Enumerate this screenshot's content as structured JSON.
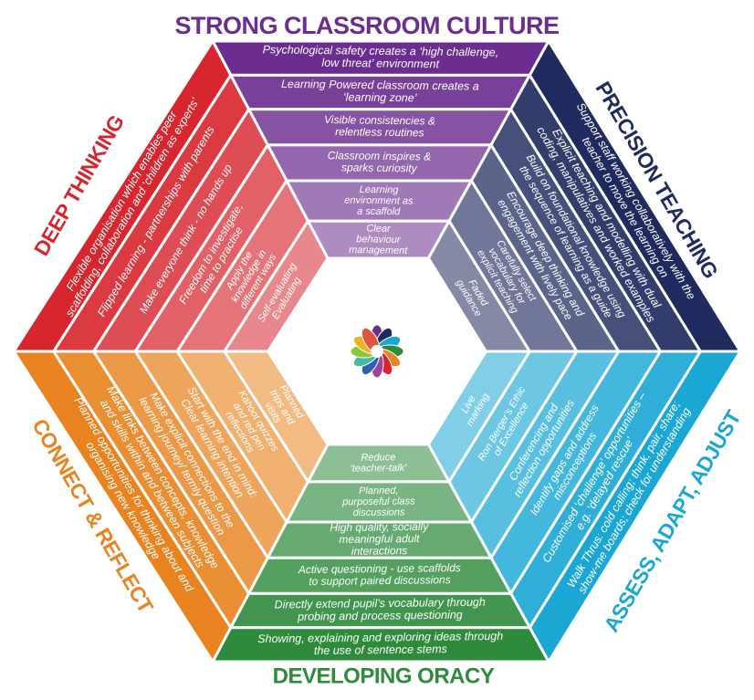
{
  "headings": {
    "top": "STRONG CLASSROOM CULTURE",
    "upper_right": "PRECISION TEACHING",
    "lower_right": "ASSESS, ADAPT, ADJUST",
    "bottom": "DEVELOPING ORACY",
    "lower_left": "CONNECT & REFLECT",
    "upper_left": "DEEP THINKING"
  },
  "colors": {
    "culture": "#6b2d8f",
    "precision": "#1f2a5e",
    "assess": "#1aa7d4",
    "oracy": "#2e8b3c",
    "connect": "#e8831f",
    "deep": "#d7262e"
  },
  "sectors": [
    {
      "id": "culture",
      "rings": [
        {
          "lines": [
            "Psychological safety creates a ‘high challenge,",
            "low threat’ environment"
          ]
        },
        {
          "lines": [
            "Learning Powered classroom creates a",
            "‘learning zone’"
          ]
        },
        {
          "lines": [
            "Visible consistencies &",
            "relentless routines"
          ]
        },
        {
          "lines": [
            "Classroom inspires &",
            "sparks curiosity"
          ]
        },
        {
          "lines": [
            "Learning",
            "environment as",
            "a scaffold"
          ]
        },
        {
          "lines": [
            "Clear",
            "behaviour",
            "management"
          ]
        }
      ]
    },
    {
      "id": "precision",
      "rings": [
        {
          "lines": [
            "Support staff working collaboratively with the",
            "teacher to move the learning on"
          ]
        },
        {
          "lines": [
            "Explicit teaching and modelling with dual",
            "coding, manipulatives and worked examples"
          ]
        },
        {
          "lines": [
            "Build on foundational knowledge using",
            "the sequence of learning as a guide"
          ]
        },
        {
          "lines": [
            "Encourage deep thinking and",
            "engagement with lively pace"
          ]
        },
        {
          "lines": [
            "Carefully select",
            "vocabulary for",
            "explicit teaching"
          ]
        },
        {
          "lines": [
            "Faded",
            "guidance"
          ]
        }
      ]
    },
    {
      "id": "assess",
      "rings": [
        {
          "lines": [
            "Walk Thrus: cold calling; think, pair, share;",
            "show-me boards; check for understanding"
          ]
        },
        {
          "lines": [
            "Customised ‘challenge’ opportunities –",
            "e.g. ‘delayed rescue’"
          ]
        },
        {
          "lines": [
            "Identify gaps and address",
            "misconceptions"
          ]
        },
        {
          "lines": [
            "Conferencing and",
            "reflection opportunities"
          ]
        },
        {
          "lines": [
            "Ron Berger’s Ethic",
            "of Excellence"
          ]
        },
        {
          "lines": [
            "Live",
            "marking"
          ]
        }
      ]
    },
    {
      "id": "oracy",
      "rings": [
        {
          "lines": [
            "Showing, explaining and exploring ideas through",
            "the use of sentence stems"
          ]
        },
        {
          "lines": [
            "Directly extend pupil’s vocabulary through",
            "probing and process questioning"
          ]
        },
        {
          "lines": [
            "Active questioning - use scaffolds",
            "to support paired discussions"
          ]
        },
        {
          "lines": [
            "High quality, socially",
            "meaningful adult",
            "interactions"
          ]
        },
        {
          "lines": [
            "Planned,",
            "purposeful class",
            "discussions"
          ]
        },
        {
          "lines": [
            "Reduce",
            "‘teacher-talk’"
          ]
        }
      ]
    },
    {
      "id": "connect",
      "rings": [
        {
          "lines": [
            "Planned opportunities for thinking about and",
            "organising new knowledge"
          ]
        },
        {
          "lines": [
            "Make links between concepts, knowledge",
            "and skills within and between subjects"
          ]
        },
        {
          "lines": [
            "Make explicit connections to the",
            "learning journey/ termly question"
          ]
        },
        {
          "lines": [
            "Start with the end in mind:",
            "Clear learning intention"
          ]
        },
        {
          "lines": [
            "Kahoot quizzes",
            "and red pen",
            "reflections"
          ]
        },
        {
          "lines": [
            "Planned",
            "trips and",
            "visits"
          ]
        }
      ]
    },
    {
      "id": "deep",
      "rings": [
        {
          "lines": [
            "Flexible organisation which enables peer",
            "scaffolding, collaboration and ‘children as experts’"
          ]
        },
        {
          "lines": [
            "Flipped learning - partnerships with parents"
          ]
        },
        {
          "lines": [
            "Make everyone think - no hands up"
          ]
        },
        {
          "lines": [
            "Freedom to investigate,",
            "time to practise"
          ]
        },
        {
          "lines": [
            "Apply the",
            "knowledge in",
            "different ways"
          ]
        },
        {
          "lines": [
            "Self-evaluating",
            "Evaluating"
          ]
        }
      ]
    }
  ]
}
